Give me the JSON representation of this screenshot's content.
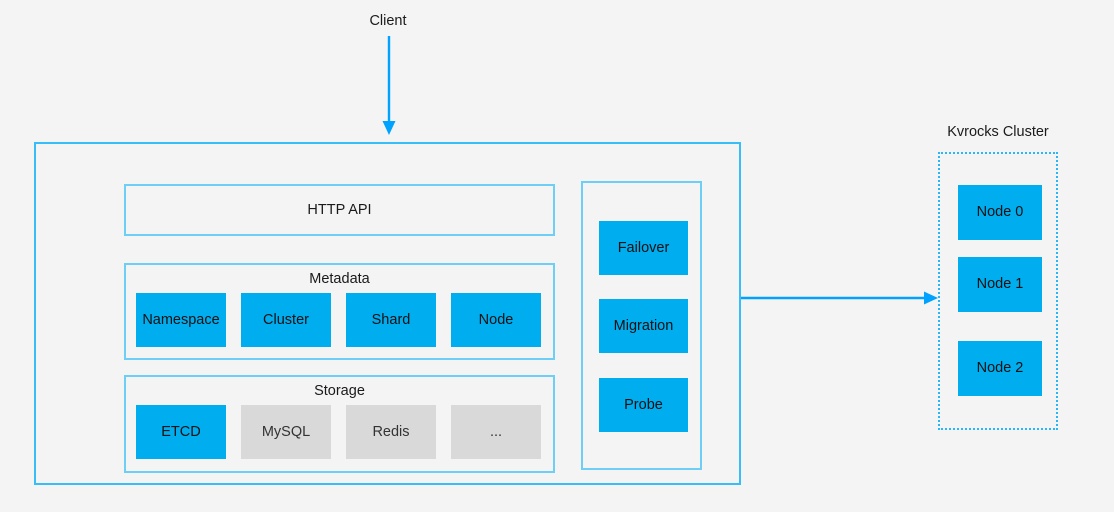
{
  "diagram": {
    "client": {
      "label": "Client",
      "arrow_icon": "arrow-down-icon"
    },
    "controller": {
      "http_api": {
        "label": "HTTP API"
      },
      "metadata": {
        "title": "Metadata",
        "items": [
          {
            "label": "Namespace",
            "style": "blue"
          },
          {
            "label": "Cluster",
            "style": "blue"
          },
          {
            "label": "Shard",
            "style": "blue"
          },
          {
            "label": "Node",
            "style": "blue"
          }
        ]
      },
      "storage": {
        "title": "Storage",
        "items": [
          {
            "label": "ETCD",
            "style": "blue"
          },
          {
            "label": "MySQL",
            "style": "gray"
          },
          {
            "label": "Redis",
            "style": "gray"
          },
          {
            "label": "...",
            "style": "gray"
          }
        ]
      },
      "operations": {
        "items": [
          {
            "label": "Failover",
            "style": "blue"
          },
          {
            "label": "Migration",
            "style": "blue"
          },
          {
            "label": "Probe",
            "style": "blue"
          }
        ]
      }
    },
    "connector": {
      "icon": "arrow-right-icon"
    },
    "kvrocks_cluster": {
      "label": "Kvrocks Cluster",
      "nodes": [
        {
          "label": "Node 0"
        },
        {
          "label": "Node 1"
        },
        {
          "label": "Node 2"
        }
      ]
    }
  },
  "colors": {
    "accent_blue": "#00adef",
    "border_blue": "#37bdf8",
    "panel_border_blue": "#6dcff6",
    "dotted_blue": "#29b6f6",
    "gray_block": "#d9d9d9",
    "background": "#f4f4f4"
  }
}
